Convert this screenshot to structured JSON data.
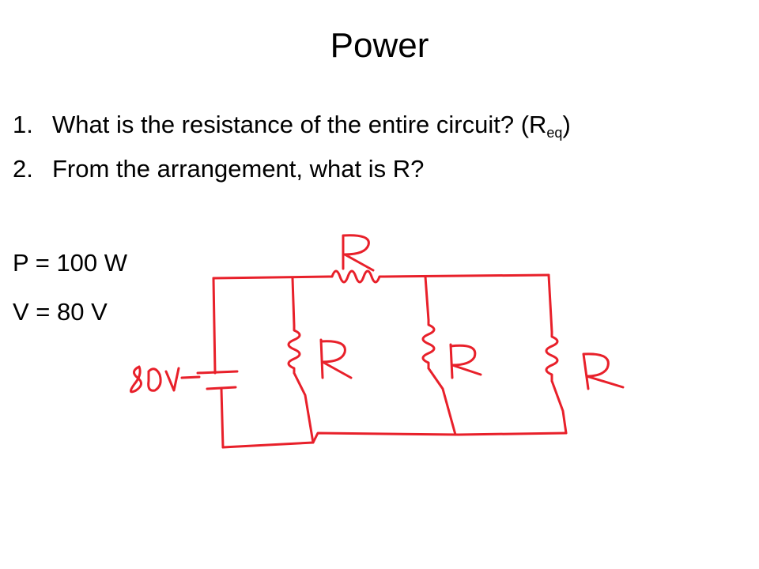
{
  "slide": {
    "title": "Power",
    "questions": [
      {
        "number": "1.",
        "text": "What is the resistance of the entire circuit? (R",
        "sub": "eq",
        "tail": ")"
      },
      {
        "number": "2.",
        "text": "From the arrangement, what is R?"
      }
    ],
    "given": {
      "power": "P = 100 W",
      "voltage": "V = 80 V"
    }
  },
  "diagram": {
    "ink_color": "#e8202a",
    "source_label": "80V",
    "resistor_labels": [
      "R",
      "R",
      "R",
      "R"
    ]
  }
}
